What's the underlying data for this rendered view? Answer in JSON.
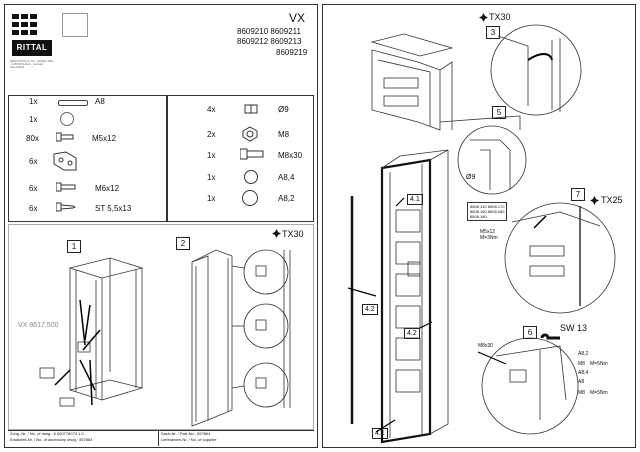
{
  "header": {
    "brand": "RITTAL",
    "brand_sub": "Rittal GmbH & Co. KG · Postfach 1662 · D-35726 Herborn · Germany · www.rittal.de",
    "product": "VX",
    "part_numbers": [
      "8609210  8609211",
      "8609212  8609213",
      "8609219"
    ]
  },
  "parts_left": [
    {
      "qty": "1x",
      "name": "A8"
    },
    {
      "qty": "1x",
      "name": ""
    },
    {
      "qty": "80x",
      "name": "M5x12"
    },
    {
      "qty": "6x",
      "name": ""
    },
    {
      "qty": "6x",
      "name": "M6x12"
    },
    {
      "qty": "6x",
      "name": "ST 5,5x13"
    }
  ],
  "parts_right": [
    {
      "qty": "4x",
      "name": "Ø9"
    },
    {
      "qty": "2x",
      "name": "M8"
    },
    {
      "qty": "1x",
      "name": "M8x30"
    },
    {
      "qty": "1x",
      "name": "A8,4"
    },
    {
      "qty": "1x",
      "name": "A8,2"
    }
  ],
  "steps": {
    "s1": "1",
    "s1_label": "VX 8617.500",
    "s2": "2",
    "s2_tool": "TX30",
    "s3": "3",
    "s3_tool": "TX30",
    "s5": "5",
    "s5_label": "Ø9",
    "s6": "6",
    "s6_tool": "SW 13",
    "s6_m8x30": "M8x30",
    "s6_a82": "A8,2",
    "s6_m8": "M8",
    "s6_torque1": "M=5Nm",
    "s6_a84": "A8,4",
    "s6_a8": "A8",
    "s6_m8b": "M8",
    "s6_torque2": "M=5Nm",
    "s7": "7",
    "s7_tool": "TX25",
    "s7_screw": "M5x12",
    "s7_torque": "M=3Nm",
    "s7_refs": [
      "8608.140  8608.170",
      "8608.160  8608.080",
      "8608.180"
    ],
    "ref41a": "4.1",
    "ref42a": "4.2",
    "ref42b": "4.2",
    "ref41b": "4.1"
  },
  "footer": {
    "left1": "Zchg.-Nr. / No. of drwg.: 6.000776073.1.0",
    "left2": "Ersatzteil-Nr. / No. of accessory drwg.: 557864",
    "mid1": "Sach-Nr. / Part-No.: 557864",
    "mid2": "Lieferanten-Nr. / No. of supplier"
  }
}
